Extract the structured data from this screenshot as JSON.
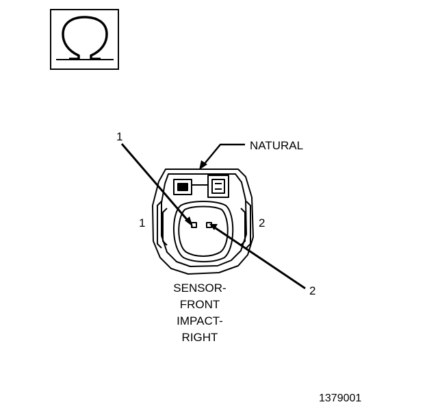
{
  "symbol": {
    "icon": "ohm-icon",
    "glyph": "Ω"
  },
  "callouts": {
    "material_label": "NATURAL",
    "pin_1_callout": "1",
    "pin_2_callout": "2"
  },
  "cavity_labels": {
    "left": "1",
    "right": "2"
  },
  "connector_caption": [
    "SENSOR-",
    "FRONT",
    "IMPACT-",
    "RIGHT"
  ],
  "figure_number": "1379001",
  "colors": {
    "line": "#000000",
    "background": "#ffffff"
  }
}
